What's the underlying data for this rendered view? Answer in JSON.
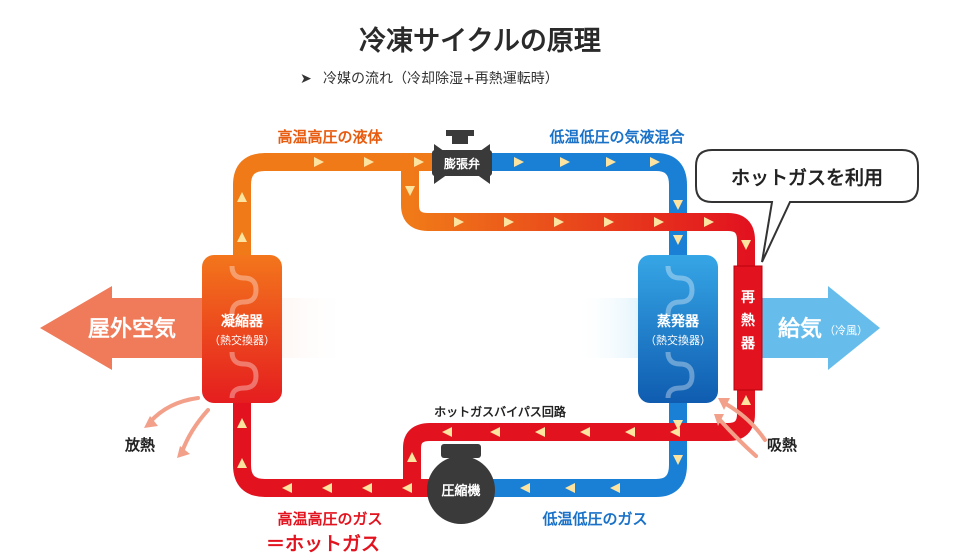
{
  "title": "冷凍サイクルの原理",
  "subtitle": "冷媒の流れ（冷却除湿+再熱運転時）",
  "labels": {
    "top_left": "高温高圧の液体",
    "top_right": "低温低圧の気液混合",
    "bottom_left_1": "高温高圧のガス",
    "bottom_left_2": "＝ホットガス",
    "bottom_right": "低温低圧のガス",
    "bypass": "ホットガスバイパス回路",
    "callout": "ホットガスを利用"
  },
  "components": {
    "expansion_valve": "膨張弁",
    "compressor": "圧縮機",
    "condenser": "凝縮器",
    "condenser_sub": "（熱交換器）",
    "evaporator": "蒸発器",
    "evaporator_sub": "（熱交換器）",
    "reheater": "再熱器"
  },
  "airflow": {
    "left": "屋外空気",
    "right": "給気",
    "right_sub": "（冷風）",
    "heat_release": "放熱",
    "heat_absorb": "吸熱"
  },
  "colors": {
    "orange": "#f07a18",
    "red": "#e2131f",
    "blue": "#1a80d6",
    "light_blue": "#7cc8f2",
    "salmon": "#f08a6a",
    "device_gray": "#3a3a3a"
  }
}
